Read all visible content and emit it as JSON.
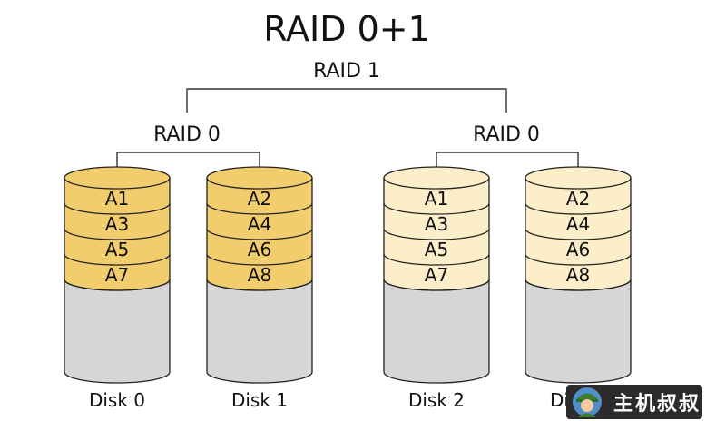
{
  "title": "RAID 0+1",
  "top_level": {
    "label": "RAID 1"
  },
  "groups": [
    {
      "label": "RAID 0",
      "shade": "strong"
    },
    {
      "label": "RAID 0",
      "shade": "light"
    }
  ],
  "disks": [
    {
      "label": "Disk 0",
      "group": 0,
      "blocks": [
        "A1",
        "A3",
        "A5",
        "A7"
      ]
    },
    {
      "label": "Disk 1",
      "group": 0,
      "blocks": [
        "A2",
        "A4",
        "A6",
        "A8"
      ]
    },
    {
      "label": "Disk 2",
      "group": 1,
      "blocks": [
        "A1",
        "A3",
        "A5",
        "A7"
      ]
    },
    {
      "label": "Disk 3",
      "group": 1,
      "blocks": [
        "A2",
        "A4",
        "A6",
        "A8"
      ]
    }
  ],
  "colors": {
    "strong_fill": "#f1cd6e",
    "light_fill": "#fbeec9",
    "empty_fill": "#d6d6d6",
    "outline": "#222222",
    "line": "#333333"
  },
  "watermark": {
    "text": "主机叔叔",
    "icon": "mascot-avatar-icon"
  }
}
